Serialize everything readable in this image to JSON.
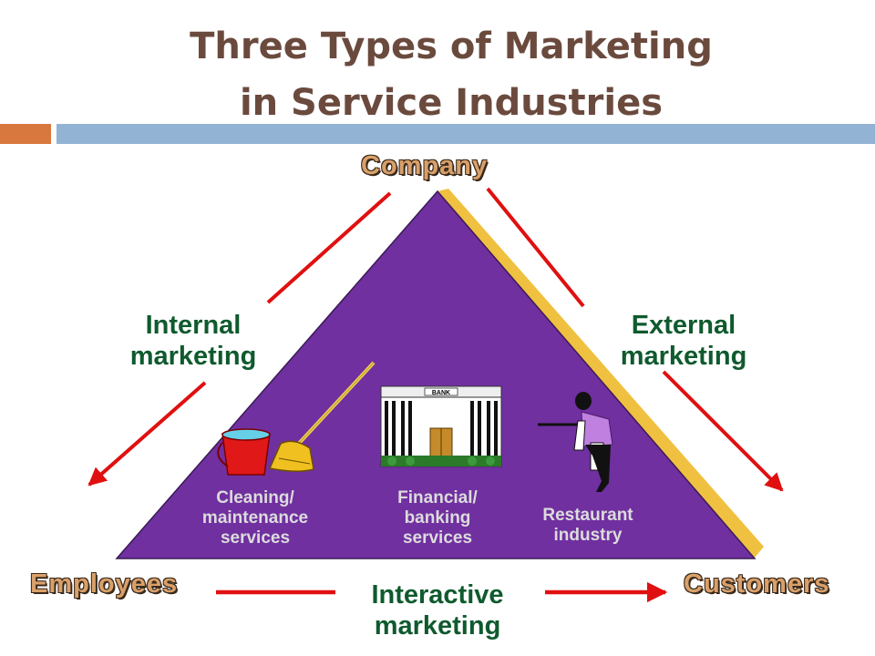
{
  "title": {
    "line1": "Three Types of Marketing",
    "line2": "in Service Industries"
  },
  "corners": {
    "top": "Company",
    "bottom_left": "Employees",
    "bottom_right": "Customers"
  },
  "sides": {
    "internal_line1": "Internal",
    "internal_line2": "marketing",
    "external_line1": "External",
    "external_line2": "marketing",
    "interactive_line1": "Interactive",
    "interactive_line2": "marketing"
  },
  "industries": {
    "cleaning_line1": "Cleaning/",
    "cleaning_line2": "maintenance",
    "cleaning_line3": "services",
    "financial_line1": "Financial/",
    "financial_line2": "banking",
    "financial_line3": "services",
    "restaurant_line1": "Restaurant",
    "restaurant_line2": "industry"
  },
  "bank_sign": "BANK",
  "colors": {
    "title": "#6b4a3e",
    "triangle_fill": "#7030a0",
    "triangle_edge": "#f0c040",
    "arrow": "#e01010",
    "side_text": "#0f5a2e",
    "corner_text": "#d9a06a",
    "accent_orange": "#d8783f",
    "accent_blue": "#93b3d4"
  },
  "icons": [
    "cleaning-bucket-mop-icon",
    "bank-building-icon",
    "waiter-icon"
  ]
}
